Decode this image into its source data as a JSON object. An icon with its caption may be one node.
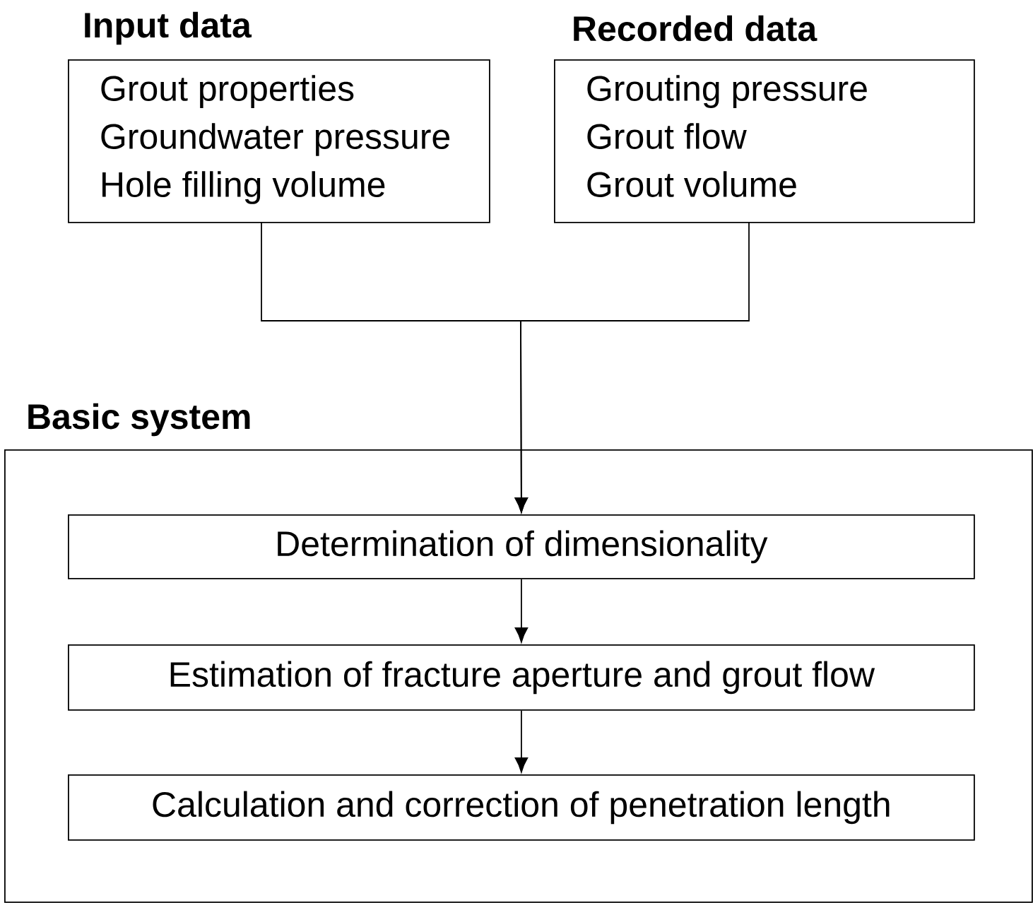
{
  "diagram": {
    "nodes": [
      {
        "text": [
          "Input data",
          "Grout properties",
          "Groundwater pressure",
          "Hole filling volume"
        ]
      },
      {
        "text": [
          "Recorded data",
          "Grouting pressure",
          "Grout flow",
          "Grout volume"
        ]
      },
      {
        "text": [
          "Basic system"
        ]
      },
      {
        "text": [
          "Determination of dimensionality"
        ],
        "in": 2
      },
      {
        "text": [
          "Estimation of fracture aperture and grout flow"
        ],
        "in": 2
      },
      {
        "text": [
          "Calculation and correction of penetration length"
        ],
        "in": 2
      }
    ],
    "edges": [
      {
        "from": 0,
        "to": 3,
        "arrow": "to"
      },
      {
        "from": 1,
        "to": 3,
        "arrow": "to"
      },
      {
        "from": 3,
        "to": 4,
        "arrow": "to"
      },
      {
        "from": 4,
        "to": 5,
        "arrow": "to"
      }
    ]
  }
}
